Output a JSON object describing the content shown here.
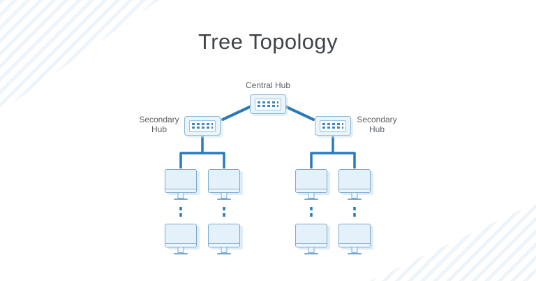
{
  "title": "Tree Topology",
  "diagram": {
    "type": "tree-topology",
    "central_hub": {
      "label": "Central Hub",
      "icon": "network-hub-icon"
    },
    "branches": [
      {
        "hub_label": "Secondary Hub",
        "label_side": "left",
        "computers_row1": 2,
        "computers_row2": 2
      },
      {
        "hub_label": "Secondary Hub",
        "label_side": "right",
        "computers_row1": 2,
        "computers_row2": 2
      }
    ],
    "computer_count": 8,
    "icons": {
      "hub": "network-hub-icon",
      "computer": "desktop-monitor-icon"
    },
    "colors": {
      "link": "#2a7ab8",
      "device_fill": "#e4f1fa",
      "device_border": "#79aacf",
      "title_text": "#3f4448",
      "label_text": "#5a5f64",
      "corner_stripes": "#edf4fa"
    }
  }
}
